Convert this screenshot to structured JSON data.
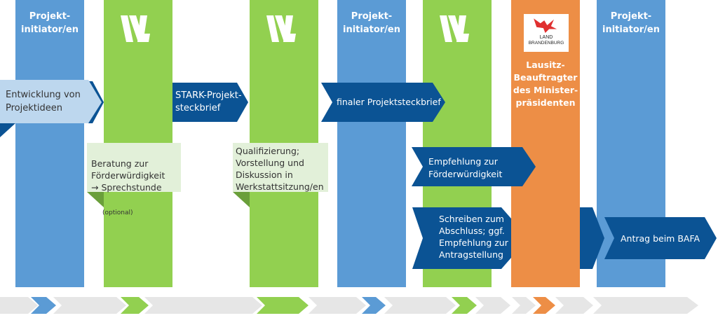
{
  "columns": {
    "initiator1": "Projekt-\ninitiator/en",
    "initiator2": "Projekt-\ninitiator/en",
    "initiator3": "Projekt-\ninitiator/en",
    "brandenburg": "Lausitz-\nBeauftragter\ndes Minister-\npräsidenten"
  },
  "logo": {
    "line1": "LAND",
    "line2": "BRANDENBURG",
    "wl_icon": "wl-logo-icon",
    "eagle_icon": "eagle-icon"
  },
  "steps": {
    "entwicklung": "Entwicklung von\nProjektideen",
    "stark": "STARK-Projekt-\nsteckbrief",
    "finaler": "finaler Projektsteckbrief",
    "empfehlung": "Empfehlung zur\nFörderwürdigkeit",
    "schreiben": "Schreiben zum\nAbschluss; ggf.\nEmpfehlung zur\nAntragstellung",
    "antrag": "Antrag beim BAFA"
  },
  "notes": {
    "beratung": "Beratung zur\nFörderwürdigkeit\n→ Sprechstunde",
    "beratung_optional": "(optional)",
    "qualifizierung": "Qualifizierung;\nVorstellung und\nDiskussion in\nWerkstattsitzung/en"
  },
  "colors": {
    "blue": "#5b9bd5",
    "green": "#92d050",
    "orange": "#ed8e46",
    "dark_blue": "#0b5394",
    "light_blue": "#bdd7ee",
    "light_green": "#e2f0d9",
    "gray": "#e6e6e6"
  }
}
